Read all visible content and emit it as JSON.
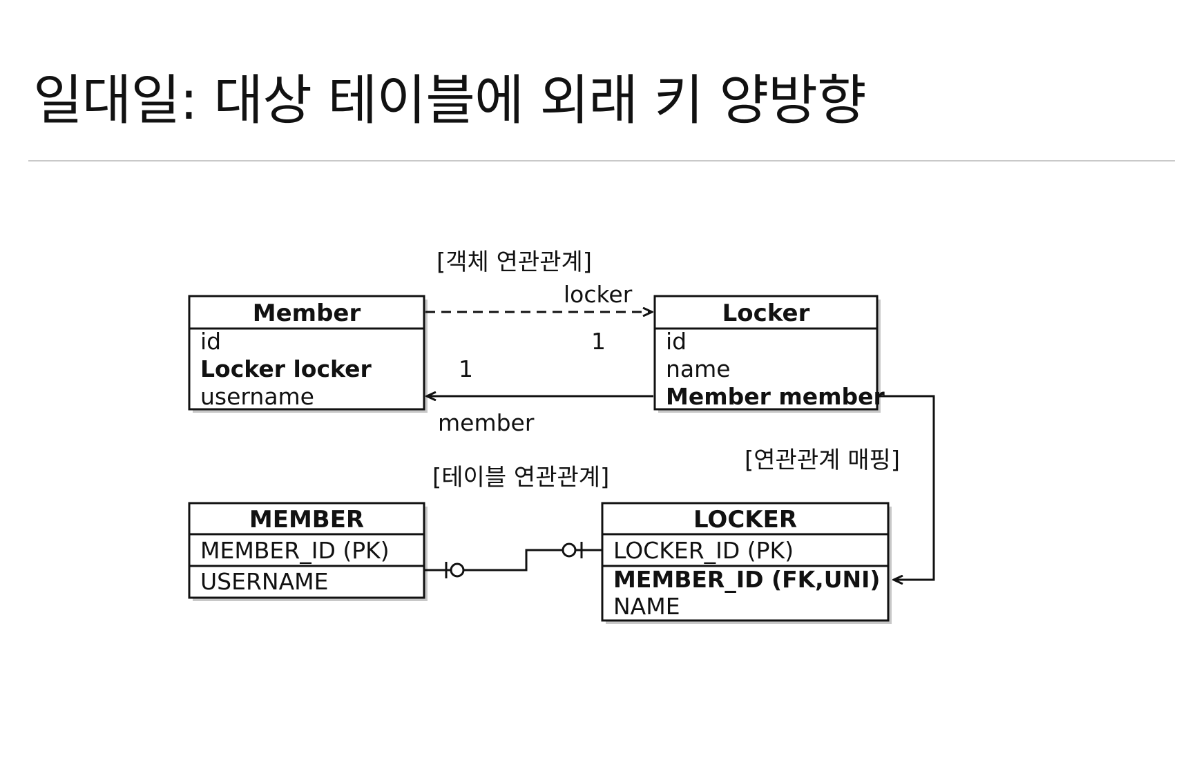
{
  "slide": {
    "title": "일대일: 대상 테이블에 외래 키 양방향"
  },
  "object_section_label": "[객체 연관관계]",
  "table_section_label": "[테이블 연관관계]",
  "mapping_label": "[연관관계 매핑]",
  "entities": {
    "member": {
      "name": "Member",
      "fields": [
        "id",
        "Locker locker",
        "username"
      ],
      "bold_fields": [
        "Locker locker"
      ]
    },
    "locker": {
      "name": "Locker",
      "fields": [
        "id",
        "name",
        "Member member"
      ],
      "bold_fields": [
        "Member member"
      ]
    }
  },
  "tables": {
    "member": {
      "name": "MEMBER",
      "pk": "MEMBER_ID (PK)",
      "columns": [
        "USERNAME"
      ]
    },
    "locker": {
      "name": "LOCKER",
      "pk": "LOCKER_ID (PK)",
      "columns": [
        "MEMBER_ID (FK,UNI)",
        "NAME"
      ],
      "bold_columns": [
        "MEMBER_ID (FK,UNI)"
      ]
    }
  },
  "associations": {
    "member_to_locker": {
      "role": "locker",
      "multiplicity": "1",
      "style": "dashed"
    },
    "locker_to_member": {
      "role": "member",
      "multiplicity": "1",
      "style": "solid"
    }
  }
}
